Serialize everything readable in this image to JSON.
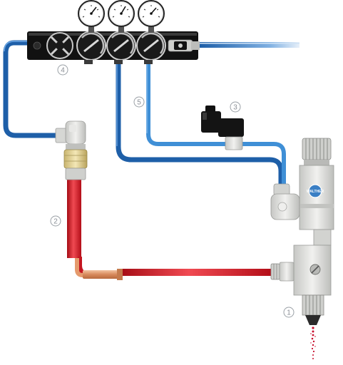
{
  "diagram": {
    "callouts": [
      {
        "id": "spray-gun",
        "label": "1"
      },
      {
        "id": "material-hose",
        "label": "2"
      },
      {
        "id": "solenoid-valve",
        "label": "3"
      },
      {
        "id": "supply-air-line",
        "label": "4"
      },
      {
        "id": "control-air-line",
        "label": "5"
      }
    ],
    "gauge_count": 3,
    "logo_text": "WALTHER",
    "colors": {
      "air_hose": "#1e5fa8",
      "air_hose_highlight": "#5b9ce0",
      "control_hose": "#3f8fd6",
      "material_hose": "#d0101b",
      "material_hose_highlight": "#f05a60",
      "manifold": "#0d0d0d",
      "gun_body": "#d8d9d6",
      "callout_ring": "#9aa0a6",
      "spray": "#c8102e",
      "logo_badge": "#3a7fc4"
    }
  }
}
